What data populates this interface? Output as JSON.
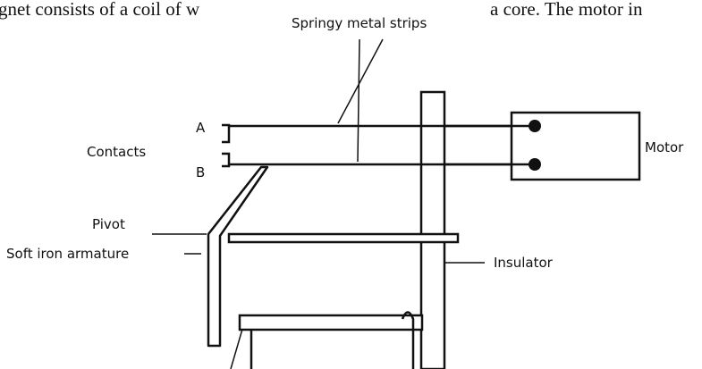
{
  "text_fragments": {
    "left": "gnet consists of a coil of w",
    "right": "a core. The motor in"
  },
  "labels": {
    "springy": "Springy metal strips",
    "contact_a": "A",
    "contact_b": "B",
    "contacts": "Contacts",
    "motor": "Motor",
    "pivot": "Pivot",
    "armature": "Soft iron armature",
    "insulator": "Insulator"
  },
  "colors": {
    "ink": "#111111",
    "background": "#ffffff"
  }
}
